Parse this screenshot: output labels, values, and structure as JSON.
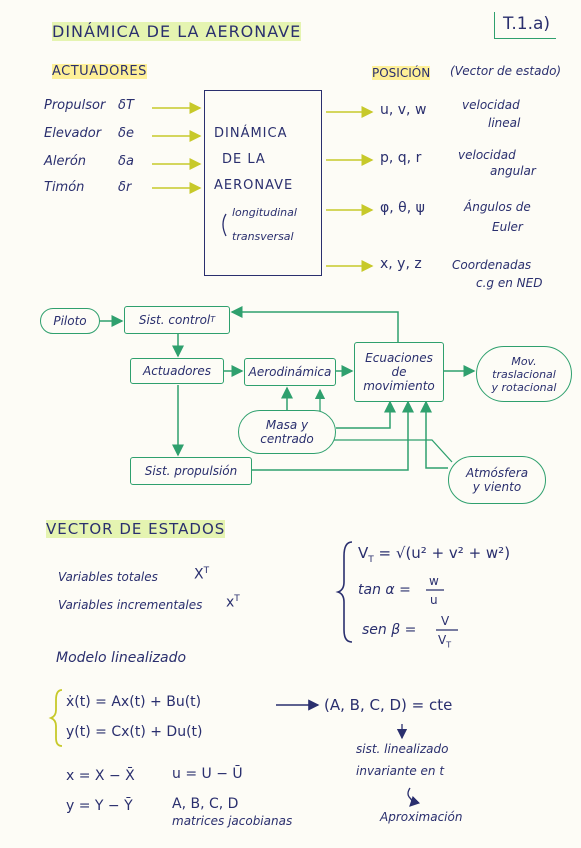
{
  "header": {
    "title": "DINÁMICA DE LA AERONAVE",
    "code": "T.1.a)"
  },
  "actuators": {
    "heading": "ACTUADORES",
    "items": [
      {
        "label": "Propulsor",
        "sym": "δT"
      },
      {
        "label": "Elevador",
        "sym": "δe"
      },
      {
        "label": "Alerón",
        "sym": "δa"
      },
      {
        "label": "Timón",
        "sym": "δr"
      }
    ]
  },
  "center_box": {
    "lines": [
      "DINÁMICA",
      "DE LA",
      "AERONAVE"
    ],
    "sub1": "longitudinal",
    "sub2": "transversal"
  },
  "position": {
    "heading": "POSICIÓN",
    "note": "(Vector de estado)",
    "outputs": [
      {
        "vars": "u, v, w",
        "desc1": "velocidad",
        "desc2": "lineal"
      },
      {
        "vars": "p, q, r",
        "desc1": "velocidad",
        "desc2": "angular"
      },
      {
        "vars": "φ, θ, ψ",
        "desc1": "Ángulos de",
        "desc2": "Euler"
      },
      {
        "vars": "x, y, z",
        "desc1": "Coordenadas",
        "desc2": "c.g en NED"
      }
    ]
  },
  "flow": {
    "piloto": "Piloto",
    "control": "Sist. control",
    "control_sup": "T",
    "actuadores": "Actuadores",
    "aero": "Aerodinámica",
    "ecuaciones": [
      "Ecuaciones",
      "de",
      "movimiento"
    ],
    "mov": [
      "Mov.",
      "traslacional",
      "y rotacional"
    ],
    "masa": [
      "Masa y",
      "centrado"
    ],
    "propulsion": "Sist. propulsión",
    "atmosfera": [
      "Atmósfera",
      "y viento"
    ]
  },
  "states": {
    "heading": "VECTOR DE ESTADOS",
    "totales": "Variables totales",
    "totales_sym": "X",
    "incrementales": "Variables incrementales",
    "incrementales_sym": "x",
    "sup": "T",
    "eq_vt": "V",
    "eq_vt_sub": "T",
    "eq_vt_rhs": "= √(u² + v² + w²)",
    "eq_tan_lhs": "tan α =",
    "eq_tan_num": "w",
    "eq_tan_den": "u",
    "eq_sen_lhs": "sen β =",
    "eq_sen_num": "V",
    "eq_sen_den": "V"
  },
  "model": {
    "heading": "Modelo linealizado",
    "eq1": "ẋ(t) = Ax(t) + Bu(t)",
    "eq2": "y(t) = Cx(t) + Du(t)",
    "arrow_result": "(A, B, C, D) = cte",
    "note1": "sist. linealizado",
    "note2": "invariante en t",
    "note3": "Aproximación",
    "def1": "x = X − X̄",
    "def2": "u = U − Ū",
    "def3": "y = Y − Ȳ",
    "def4": "A, B, C, D",
    "def5": "matrices jacobianas"
  }
}
